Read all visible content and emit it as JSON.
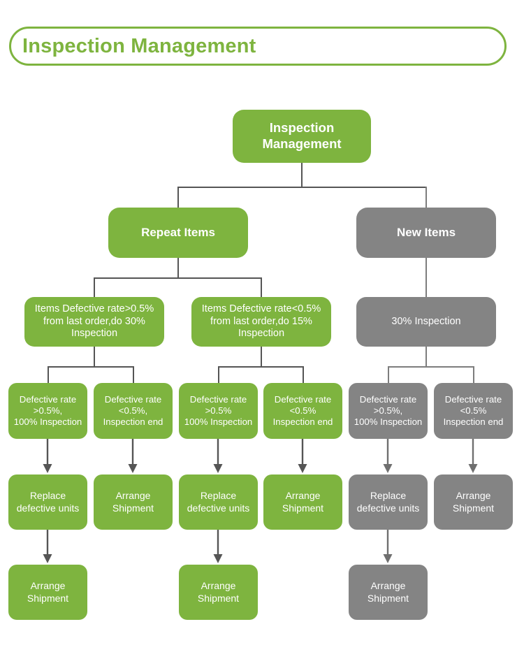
{
  "header": {
    "title": "Inspection Management"
  },
  "colors": {
    "green": "#7eb43f",
    "gray": "#848484",
    "connector_dark": "#555555",
    "connector_gray": "#7d7d7d",
    "node_text": "#ffffff",
    "header_text": "#7eb43f"
  },
  "diagram": {
    "type": "flowchart",
    "root": {
      "label": "Inspection\nManagement",
      "color": "green"
    },
    "level2": [
      {
        "label": "Repeat Items",
        "color": "green"
      },
      {
        "label": "New Items",
        "color": "gray"
      }
    ],
    "level3": [
      {
        "label": "Items Defective rate>0.5%\nfrom last order,do 30%\nInspection",
        "color": "green"
      },
      {
        "label": "Items Defective rate<0.5%\nfrom last order,do 15%\nInspection",
        "color": "green"
      },
      {
        "label": "30% Inspection",
        "color": "gray"
      }
    ],
    "level4": [
      {
        "label": "Defective rate\n>0.5%,\n100% Inspection",
        "color": "green"
      },
      {
        "label": "Defective rate\n<0.5%,\nInspection end",
        "color": "green"
      },
      {
        "label": "Defective rate\n>0.5%\n100% Inspection",
        "color": "green"
      },
      {
        "label": "Defective rate\n<0.5%\nInspection end",
        "color": "green"
      },
      {
        "label": "Defective rate\n>0.5%,\n100% Inspection",
        "color": "gray"
      },
      {
        "label": "Defective rate\n<0.5%\nInspection end",
        "color": "gray"
      }
    ],
    "level5": [
      {
        "label": "Replace\ndefective units",
        "color": "green"
      },
      {
        "label": "Arrange\nShipment",
        "color": "green"
      },
      {
        "label": "Replace\ndefective units",
        "color": "green"
      },
      {
        "label": "Arrange\nShipment",
        "color": "green"
      },
      {
        "label": "Replace\ndefective units",
        "color": "gray"
      },
      {
        "label": "Arrange\nShipment",
        "color": "gray"
      }
    ],
    "level6": [
      {
        "label": "Arrange\nShipment",
        "color": "green"
      },
      {
        "label": "Arrange\nShipment",
        "color": "green"
      },
      {
        "label": "Arrange\nShipment",
        "color": "gray"
      }
    ]
  }
}
